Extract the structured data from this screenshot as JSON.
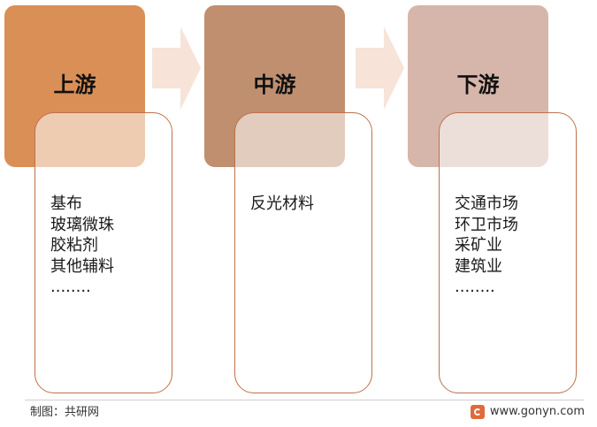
{
  "stages": [
    {
      "title": "上游",
      "color": "#d98f56",
      "items": [
        "基布",
        "玻璃微珠",
        "胶粘剂",
        "其他辅料",
        "........"
      ]
    },
    {
      "title": "中游",
      "color": "#bf8f70",
      "items": [
        "反光材料"
      ]
    },
    {
      "title": "下游",
      "color": "#d6b6aa",
      "items": [
        "交通市场",
        "环卫市场",
        "采矿业",
        "建筑业",
        "........"
      ]
    }
  ],
  "arrow_color": "#f7e3d8",
  "card_border_color": "#c0704a",
  "footer": {
    "source": "制图：共研网",
    "website": "www.gonyn.com",
    "logo_icon": "gonyn-logo-icon"
  }
}
